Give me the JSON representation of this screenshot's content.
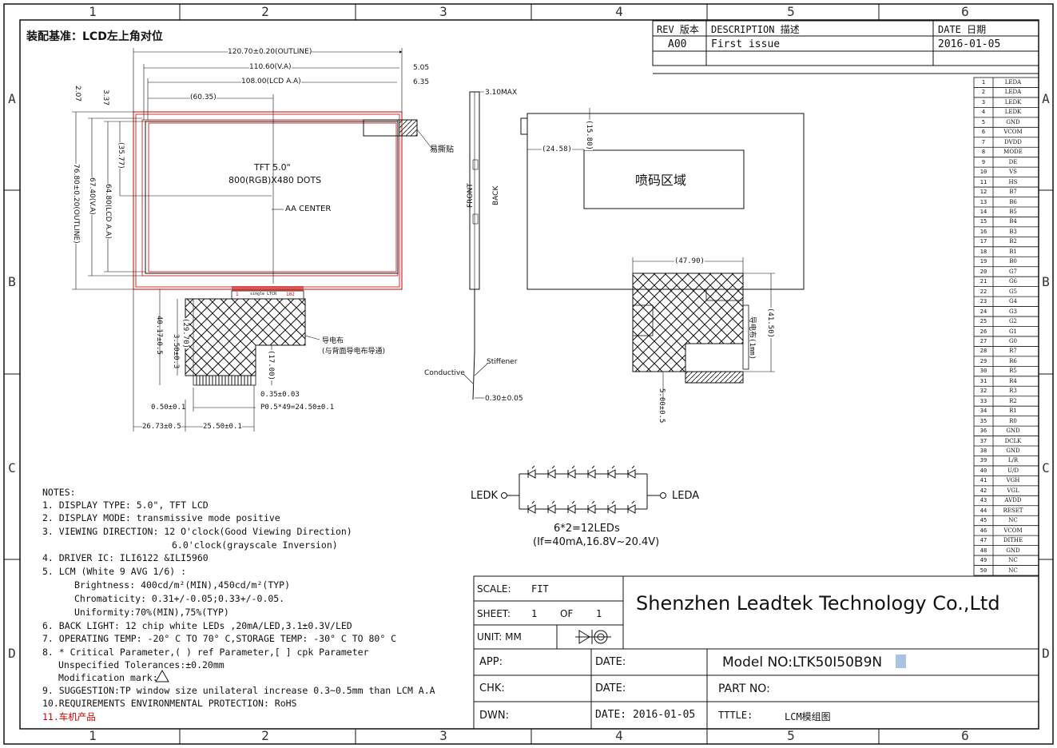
{
  "zones": {
    "columns": [
      "1",
      "2",
      "3",
      "4",
      "5",
      "6"
    ],
    "rows": [
      "A",
      "B",
      "C",
      "D"
    ]
  },
  "header": {
    "title": "装配基准：LCD左上角对位"
  },
  "revision": {
    "headers": {
      "rev": "REV 版本",
      "description": "DESCRIPTION 描述",
      "date": "DATE 日期"
    },
    "rows": [
      {
        "rev": "A00",
        "description": "First issue",
        "date": "2016-01-05"
      }
    ]
  },
  "dims": {
    "outline_w": "120.70±0.20(OUTLINE)",
    "va_w": "110.60(V.A)",
    "aa_w": "108.00(LCD A.A)",
    "d505": "5.05",
    "d635": "6.35",
    "d6035": "(60.35)",
    "d207": "2.07",
    "d337": "3.37",
    "d3577": "(35.77)",
    "outline_h": "76.80±0.20(OUTLINE)",
    "va_h": "67.40(V.A)",
    "aa_h": "64.80(LCD A.A)",
    "lcd_type": "TFT 5.0\"",
    "lcd_res": "800(RGB)X480 DOTS",
    "aa_center": "AA CENTER",
    "spec_tape": "易撕贴",
    "fpc_label_1": "1",
    "fpc_label_mid": "single LTCR",
    "fpc_label_end": "102",
    "d4017": "40.17±0.5",
    "d350": "3.50±0.3",
    "d2970": "(29.70)",
    "d1700": "(17.00)",
    "conductive_cloth": "导电布",
    "conductive_note": "(与背面导电布导通)",
    "d035": "0.35±0.03",
    "d050": "0.50±0.1",
    "pitch": "P0.5*49=24.50±0.1",
    "d2673": "26.73±0.5",
    "d2550": "25.50±0.1",
    "side_max": "3.10MAX",
    "front": "FRONT",
    "back": "BACK",
    "stiffener": "Stiffener",
    "conductive": "Conductive",
    "d030": "0.30±0.05",
    "d1580": "(15.80)",
    "d2458": "(24.58)",
    "code_area": "喷码区域",
    "d4790": "(47.90)",
    "d4150": "(41.50)",
    "back_cloth": "导电布(1mm)",
    "d500": "5.00±0.5"
  },
  "pins": [
    {
      "n": "1",
      "s": "LEDA"
    },
    {
      "n": "2",
      "s": "LEDA"
    },
    {
      "n": "3",
      "s": "LEDK"
    },
    {
      "n": "4",
      "s": "LEDK"
    },
    {
      "n": "5",
      "s": "GND"
    },
    {
      "n": "6",
      "s": "VCOM"
    },
    {
      "n": "7",
      "s": "DVDD"
    },
    {
      "n": "8",
      "s": "MODE"
    },
    {
      "n": "9",
      "s": "DE"
    },
    {
      "n": "10",
      "s": "VS"
    },
    {
      "n": "11",
      "s": "HS"
    },
    {
      "n": "12",
      "s": "B7"
    },
    {
      "n": "13",
      "s": "B6"
    },
    {
      "n": "14",
      "s": "B5"
    },
    {
      "n": "15",
      "s": "B4"
    },
    {
      "n": "16",
      "s": "B3"
    },
    {
      "n": "17",
      "s": "B2"
    },
    {
      "n": "18",
      "s": "B1"
    },
    {
      "n": "19",
      "s": "B0"
    },
    {
      "n": "20",
      "s": "G7"
    },
    {
      "n": "21",
      "s": "G6"
    },
    {
      "n": "22",
      "s": "G5"
    },
    {
      "n": "23",
      "s": "G4"
    },
    {
      "n": "24",
      "s": "G3"
    },
    {
      "n": "25",
      "s": "G2"
    },
    {
      "n": "26",
      "s": "G1"
    },
    {
      "n": "27",
      "s": "G0"
    },
    {
      "n": "28",
      "s": "R7"
    },
    {
      "n": "29",
      "s": "R6"
    },
    {
      "n": "30",
      "s": "R5"
    },
    {
      "n": "31",
      "s": "R4"
    },
    {
      "n": "32",
      "s": "R3"
    },
    {
      "n": "33",
      "s": "R2"
    },
    {
      "n": "34",
      "s": "R1"
    },
    {
      "n": "35",
      "s": "R0"
    },
    {
      "n": "36",
      "s": "GND"
    },
    {
      "n": "37",
      "s": "DCLK"
    },
    {
      "n": "38",
      "s": "GND"
    },
    {
      "n": "39",
      "s": "L/R"
    },
    {
      "n": "40",
      "s": "U/D"
    },
    {
      "n": "41",
      "s": "VGH"
    },
    {
      "n": "42",
      "s": "VGL"
    },
    {
      "n": "43",
      "s": "AVDD"
    },
    {
      "n": "44",
      "s": "RESET"
    },
    {
      "n": "45",
      "s": "NC"
    },
    {
      "n": "46",
      "s": "VCOM"
    },
    {
      "n": "47",
      "s": "DITHE"
    },
    {
      "n": "48",
      "s": "GND"
    },
    {
      "n": "49",
      "s": "NC"
    },
    {
      "n": "50",
      "s": "NC"
    }
  ],
  "led": {
    "left": "LEDK",
    "right": "LEDA",
    "count": "6*2=12LEDs",
    "cond": "(If=40mA,16.8V~20.4V)"
  },
  "notes": [
    {
      "t": "NOTES:"
    },
    {
      "t": "1. DISPLAY TYPE: 5.0\", TFT LCD"
    },
    {
      "t": "2. DISPLAY MODE: transmissive mode positive"
    },
    {
      "t": "3. VIEWING DIRECTION:  12 O'clock(Good Viewing Direction)"
    },
    {
      "t": "6.0'clock(grayscale Inversion)"
    },
    {
      "t": "4. DRIVER IC:  ILI6122 &ILI5960"
    },
    {
      "t": "5. LCM (White 9 AVG 1/6) :"
    },
    {
      "t": "Brightness: 400cd/m²(MIN),450cd/m²(TYP)"
    },
    {
      "t": "Chromaticity: 0.31+/-0.05;0.33+/-0.05."
    },
    {
      "t": "Uniformity:70%(MIN),75%(TYP)"
    },
    {
      "t": "6. BACK LIGHT: 12 chip white LEDs ,20mA/LED,3.1±0.3V/LED"
    },
    {
      "t": "7. OPERATING TEMP: -20° C TO 70° C,STORAGE TEMP: -30° C TO 80° C"
    },
    {
      "t": "8. * Critical Parameter,(  ) ref Parameter,[ ] cpk Parameter"
    },
    {
      "t": "Unspecified Tolerances:±0.20mm"
    },
    {
      "t": "Modification mark:"
    },
    {
      "t": "9. SUGGESTION:TP window size unilateral increase 0.3~0.5mm than LCM A.A"
    },
    {
      "t": "10.REQUIREMENTS ENVIRONMENTAL PROTECTION: RoHS"
    },
    {
      "t": "11.车机产品"
    }
  ],
  "title_block": {
    "scale_label": "SCALE:",
    "scale_value": "FIT",
    "sheet_label": "SHEET:",
    "sheet_value": "1",
    "of": "OF",
    "sheet_total": "1",
    "unit_label": "UNIT: MM",
    "company": "Shenzhen Leadtek Technology Co.,Ltd",
    "app": "APP:",
    "chk": "CHK:",
    "dwn": "DWN:",
    "date1": "DATE:",
    "date2": "DATE:",
    "date3": "DATE: 2016-01-05",
    "model": "Model NO:LTK50I50B9N",
    "part": "PART NO:",
    "title_label": "TTTLE:",
    "title_value": "LCM模组图"
  }
}
